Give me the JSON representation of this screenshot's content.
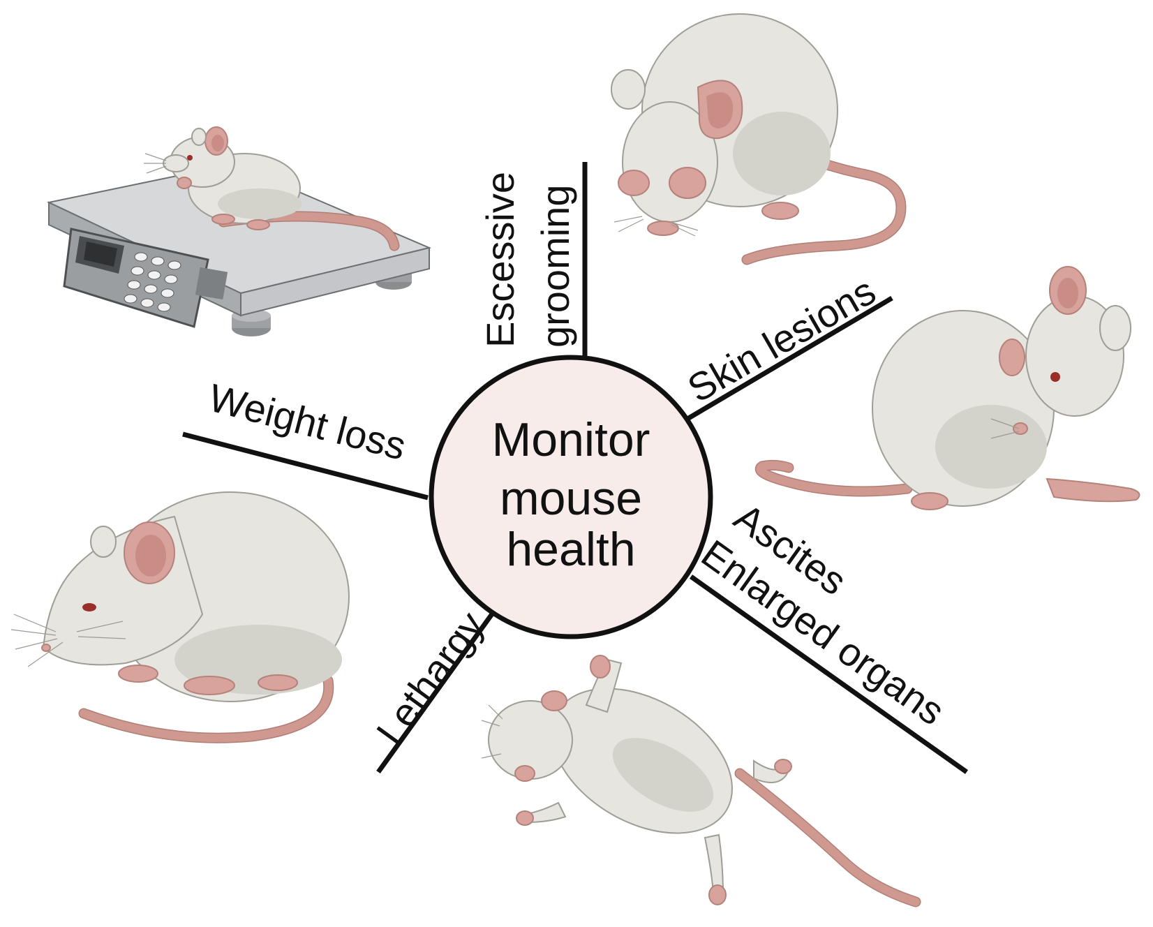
{
  "center": {
    "lines": [
      "Monitor",
      "mouse",
      "health"
    ],
    "fill_color": "#f7ecea",
    "stroke_color": "#111111"
  },
  "spokes": [
    {
      "id": "grooming",
      "lines": [
        "Escessive",
        "grooming"
      ]
    },
    {
      "id": "skin",
      "lines": [
        "Skin lesions"
      ]
    },
    {
      "id": "weight",
      "lines": [
        "Weight loss"
      ]
    },
    {
      "id": "ascites",
      "lines": [
        "Ascites",
        "Enlarged organs"
      ]
    },
    {
      "id": "lethargy",
      "lines": [
        "Lethargy"
      ]
    }
  ],
  "illustrations": [
    {
      "name": "mouse-on-scale",
      "icon": "scale-with-mouse"
    },
    {
      "name": "grooming-mouse",
      "icon": "curled-grooming-mouse"
    },
    {
      "name": "scratching-mouse",
      "icon": "scratching-mouse"
    },
    {
      "name": "hunched-mouse",
      "icon": "hunched-mouse"
    },
    {
      "name": "supine-mouse",
      "icon": "mouse-lying-on-back"
    }
  ],
  "colors": {
    "fur": "#e6e5e0",
    "skin_pink": "#d7a39c",
    "line": "#111111",
    "scale_metal": "#b9bbbd"
  }
}
